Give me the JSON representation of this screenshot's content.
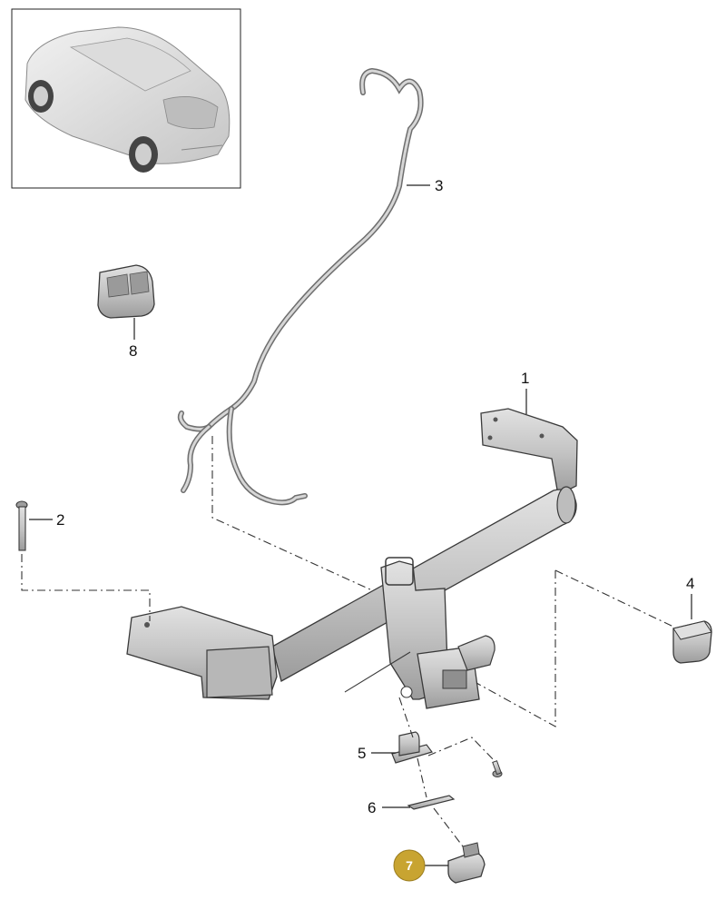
{
  "callouts": {
    "c1": "1",
    "c2": "2",
    "c3": "3",
    "c4": "4",
    "c5": "5",
    "c6": "6",
    "c7": "7",
    "c8": "8"
  },
  "highlight": {
    "color": "#c8a431",
    "text_color": "#ffffff"
  },
  "colors": {
    "part_fill": "#c9c9c9",
    "part_shade": "#a9a9a9",
    "outline": "#3a3a3a"
  }
}
